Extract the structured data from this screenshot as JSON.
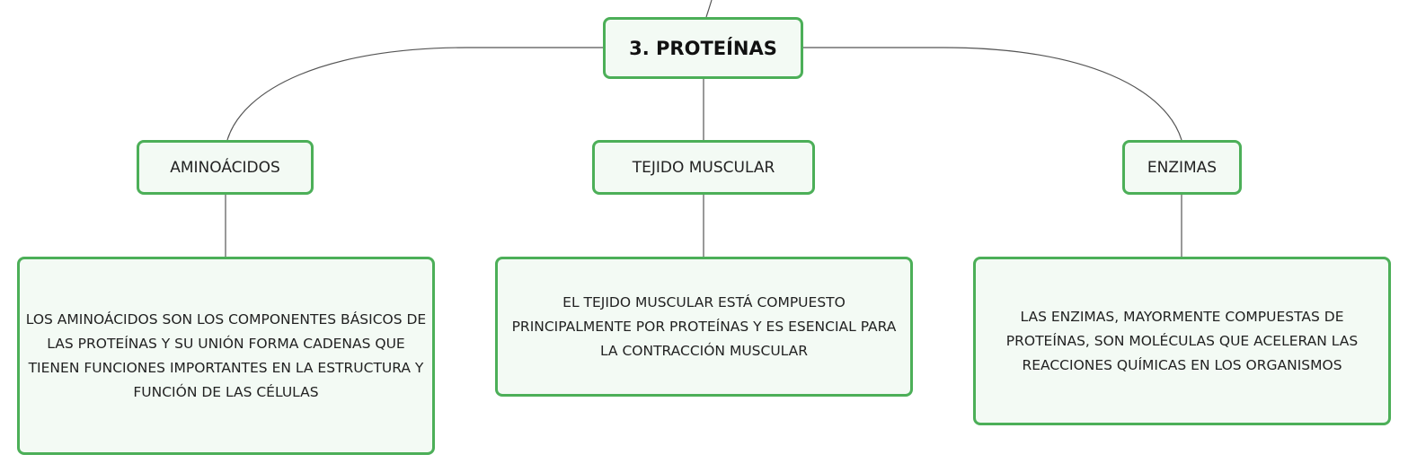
{
  "colors": {
    "node_border": "#4caf58",
    "node_fill": "#f3faf4",
    "connector": "#555555"
  },
  "root": {
    "label": "3. PROTEÍNAS"
  },
  "branches": [
    {
      "label": "AMINOÁCIDOS",
      "detail": "LOS AMINOÁCIDOS SON LOS COMPONENTES BÁSICOS DE LAS PROTEÍNAS Y SU UNIÓN FORMA CADENAS QUE TIENEN FUNCIONES IMPORTANTES EN LA ESTRUCTURA Y FUNCIÓN DE LAS CÉLULAS"
    },
    {
      "label": "TEJIDO MUSCULAR",
      "detail": "EL TEJIDO MUSCULAR ESTÁ COMPUESTO PRINCIPALMENTE POR PROTEÍNAS Y ES ESENCIAL PARA LA CONTRACCIÓN MUSCULAR"
    },
    {
      "label": "ENZIMAS",
      "detail": "LAS ENZIMAS, MAYORMENTE COMPUESTAS DE PROTEÍNAS, SON MOLÉCULAS QUE ACELERAN LAS REACCIONES QUÍMICAS EN LOS ORGANISMOS"
    }
  ]
}
